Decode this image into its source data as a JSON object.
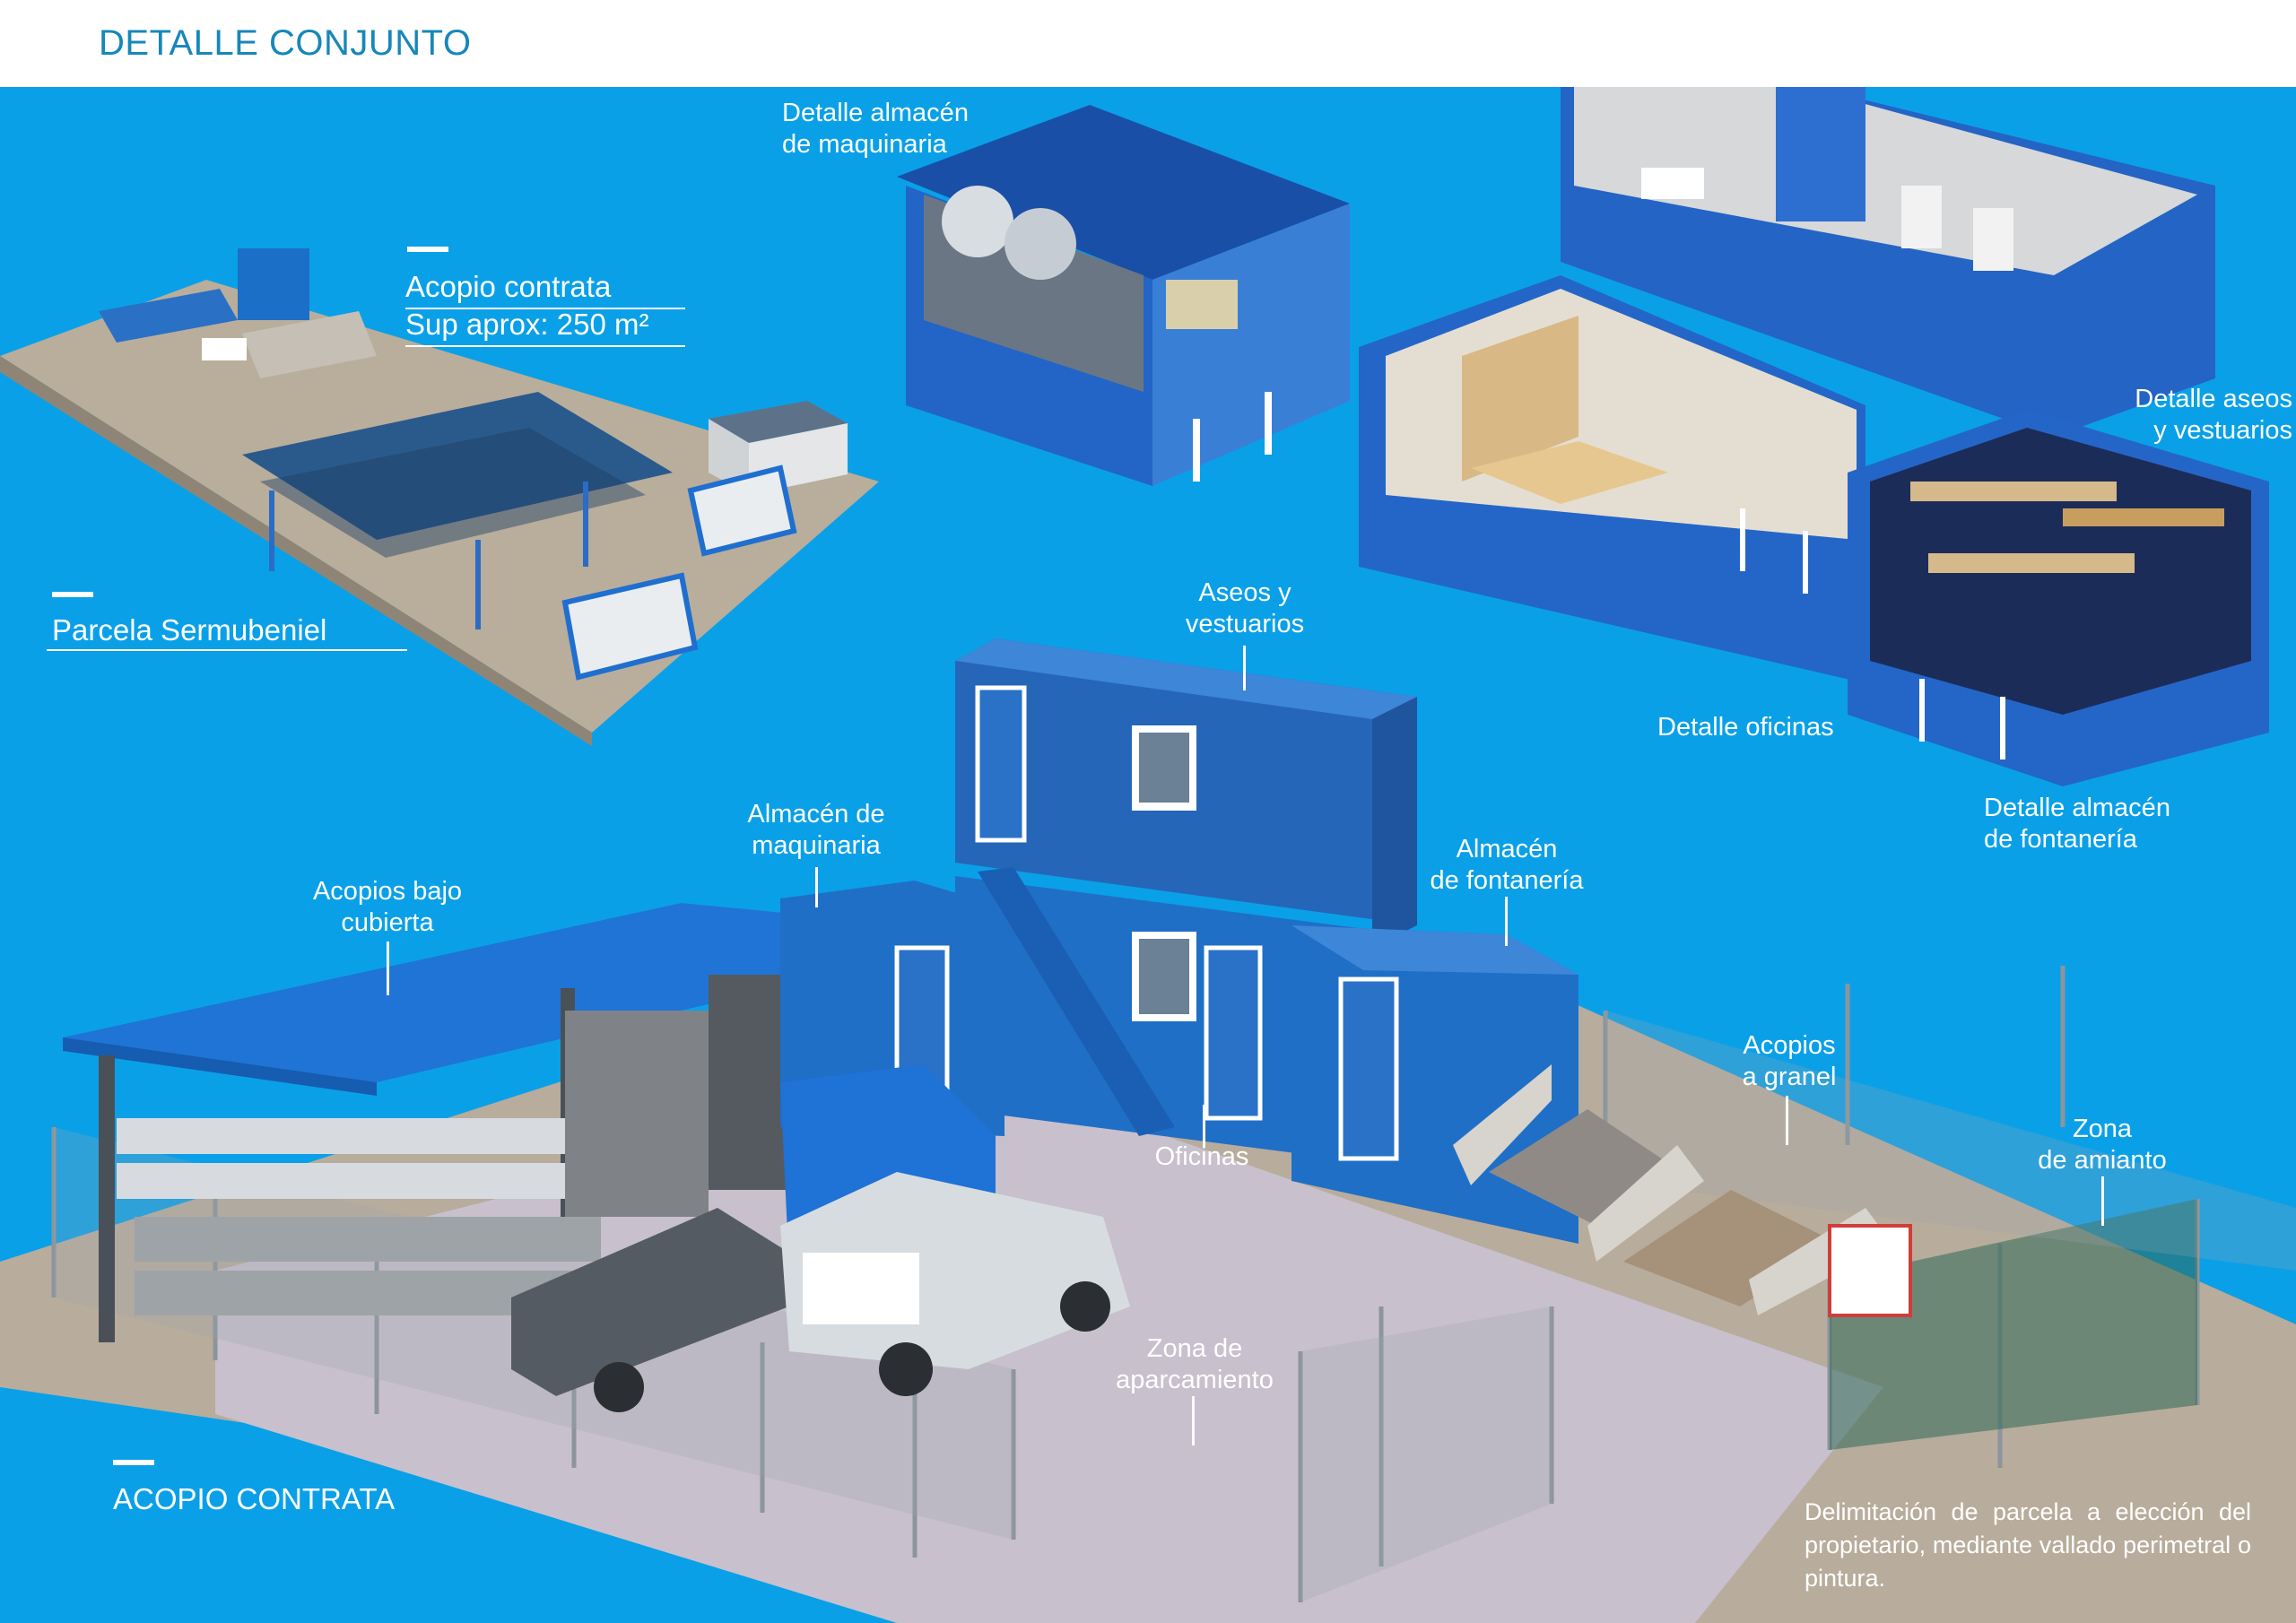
{
  "header": {
    "title": "DETALLE CONJUNTO"
  },
  "labels": {
    "almacen_maquinaria_detalle": "Detalle almacén\nde maquinaria",
    "acopio_contrata_sub": "Acopio contrata",
    "superficie": "Sup aprox: 250 m²",
    "parcela": "Parcela Sermubeniel",
    "aseos_vestuarios_detalle": "Detalle aseos\ny vestuarios",
    "oficinas_detalle": "Detalle oficinas",
    "fontaneria_detalle": "Detalle almacén\nde fontanería",
    "aseos_vestuarios": "Aseos y\nvestuarios",
    "almacen_maquinaria": "Almacén de\nmaquinaria",
    "almacen_fontaneria": "Almacén\nde fontanería",
    "acopios_bajo_cubierta": "Acopios bajo\ncubierta",
    "acopios_granel": "Acopios\na granel",
    "zona_amianto": "Zona\nde amianto",
    "oficinas": "Oficinas",
    "zona_aparcamiento": "Zona de\naparcamiento",
    "acopio_contrata_main": "ACOPIO CONTRATA",
    "nota_delimitacion": "Delimitación de parcela a elección del propietario, mediante vallado perimetral o pintura."
  },
  "colors": {
    "header_text": "#1787b9",
    "background": "#0aa0e8",
    "container_blue": "#1b6fc7",
    "ground": "#b8ac9c"
  }
}
